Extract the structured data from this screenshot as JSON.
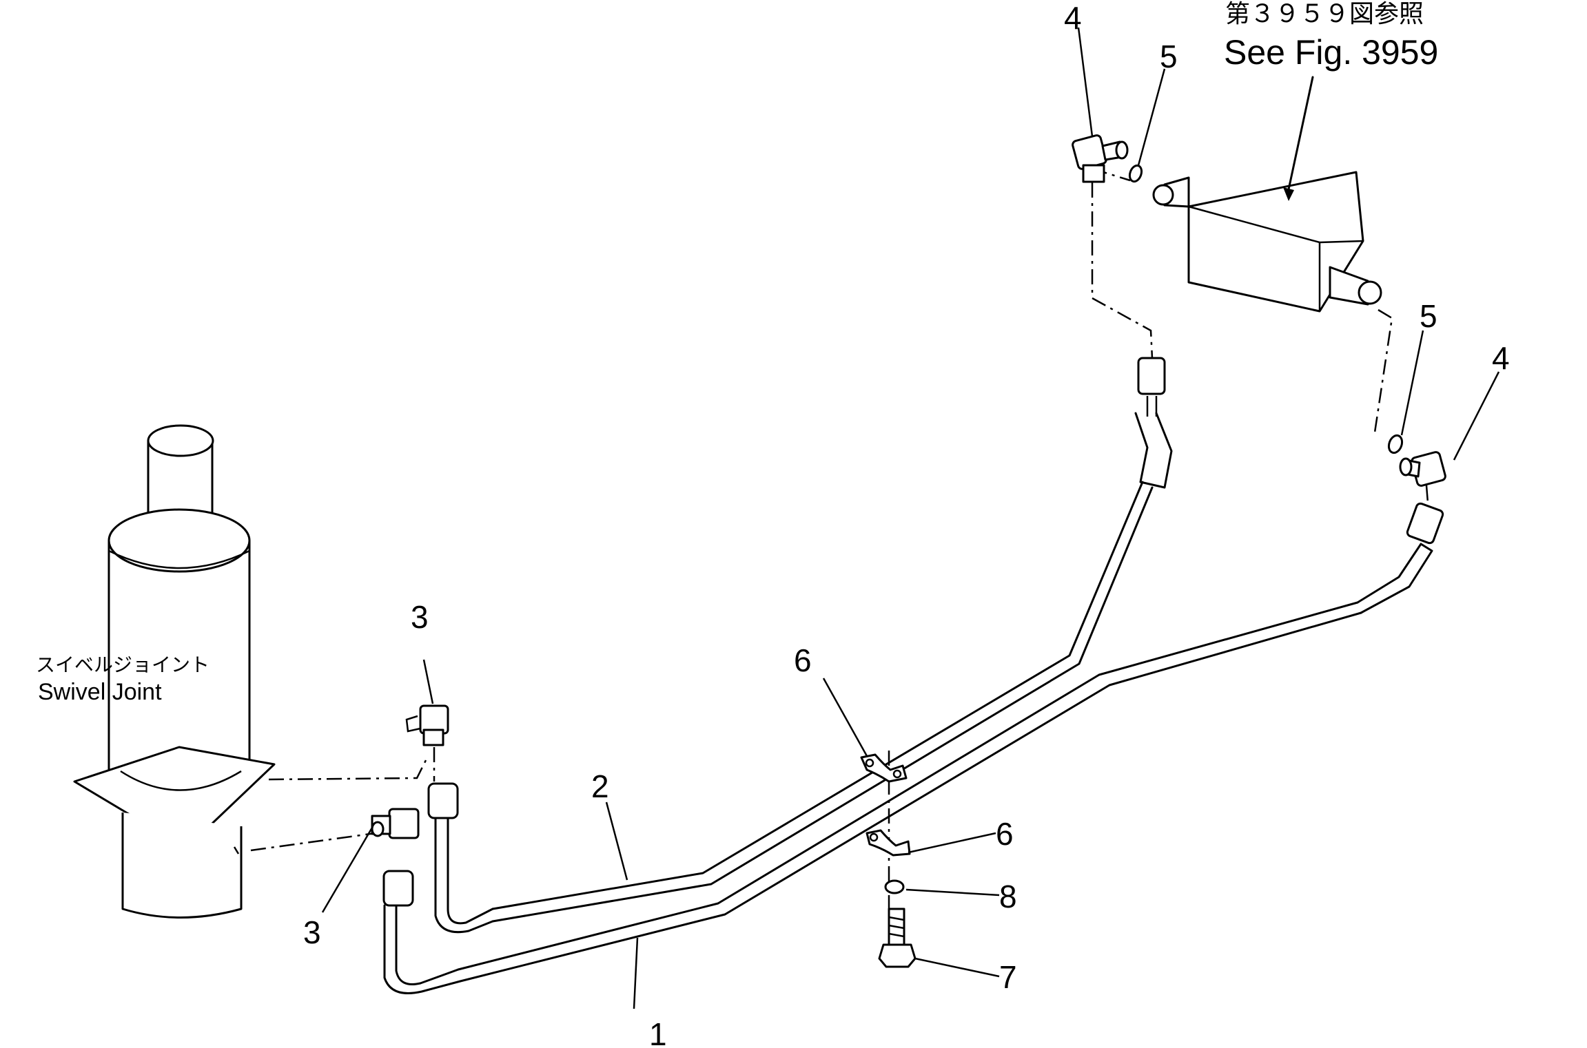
{
  "reference": {
    "japanese": "第３９５９図参照",
    "english": "See Fig. 3959"
  },
  "component": {
    "japanese": "スイベルジョイント",
    "english": "Swivel Joint"
  },
  "callouts": {
    "c1": "1",
    "c2": "2",
    "c3a": "3",
    "c3b": "3",
    "c4a": "4",
    "c4b": "4",
    "c5a": "5",
    "c5b": "5",
    "c6a": "6",
    "c6b": "6",
    "c7": "7",
    "c8": "8"
  }
}
